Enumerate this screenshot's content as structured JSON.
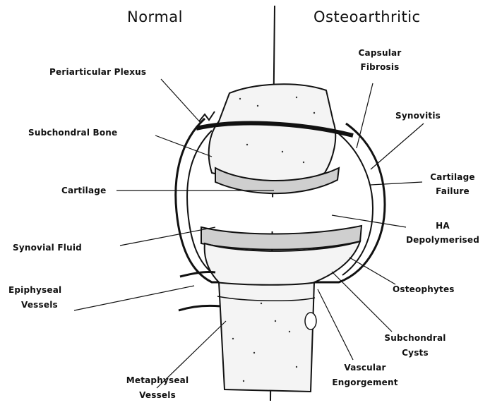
{
  "headers": {
    "normal": "Normal",
    "osteoarthritic": "Osteoarthritic"
  },
  "labels": {
    "periarticular_plexus": "Periarticular Plexus",
    "subchondral_bone": "Subchondral Bone",
    "cartilage": "Cartilage",
    "synovial_fluid": "Synovial Fluid",
    "epiphyseal_vessels_1": "Epiphyseal",
    "epiphyseal_vessels_2": "Vessels",
    "metaphyseal_vessels_1": "Metaphyseal",
    "metaphyseal_vessels_2": "Vessels",
    "capsular_fibrosis_1": "Capsular",
    "capsular_fibrosis_2": "Fibrosis",
    "synovitis": "Synovitis",
    "cartilage_failure_1": "Cartilage",
    "cartilage_failure_2": "Failure",
    "ha_depolymerised_1": "HA",
    "ha_depolymerised_2": "Depolymerised",
    "osteophytes": "Osteophytes",
    "subchondral_cysts_1": "Subchondral",
    "subchondral_cysts_2": "Cysts",
    "vascular_engorgement_1": "Vascular",
    "vascular_engorgement_2": "Engorgement"
  }
}
